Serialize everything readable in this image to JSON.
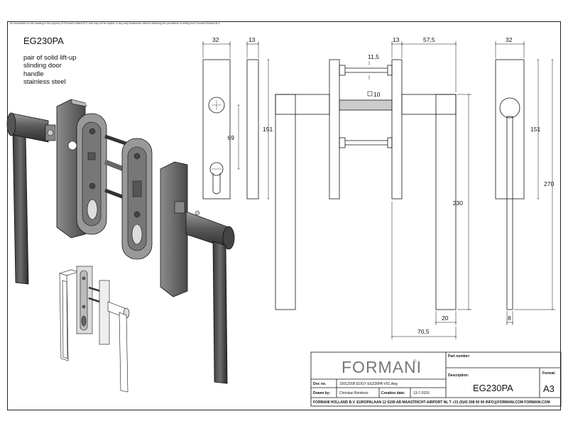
{
  "notice": "All information on the drawing is the property of Formani Holland B.V. and may not be copied, in any way whatsoever without obtaining the permission in writing from Formani Holland B.V.",
  "title": "EG230PA",
  "description": [
    "pair of solid lift-up",
    "slinding door",
    "handle",
    "stainless steel"
  ],
  "dimensions": {
    "d32a": "32",
    "d13a": "13",
    "d69": "69",
    "d151a": "151",
    "d13b": "13",
    "d57_5": "57,5",
    "d11_5": "11,5",
    "d10": "10",
    "d230": "230",
    "d20": "20",
    "d70_5": "70,5",
    "d32b": "32",
    "d151b": "151",
    "d270": "270",
    "d8": "8"
  },
  "title_block": {
    "brand": "FORMANI",
    "registered": "®",
    "part_number_label": "Part number:",
    "description_label": "Description:",
    "description_value": "EG230PA",
    "format_label": "Format:",
    "format_value": "A3",
    "doc_no_label": "Doc no.",
    "doc_no_value": "1501Z095 EDGY EG230PA V01.dwg",
    "drawn_by_label": "Drawn by:",
    "drawn_by_value": "Christian Brimbois",
    "creation_date_label": "Creation date:",
    "creation_date_value": "13-7-2016",
    "company_line": "FORMANI HOLLAND B.V.  EUROPALAAN 12  6199 AB MAASTRICHT-AIRPORT NL  T +31 (0)43 308 90 00 INFO@FORMANI.COM FORMANI.COM"
  }
}
